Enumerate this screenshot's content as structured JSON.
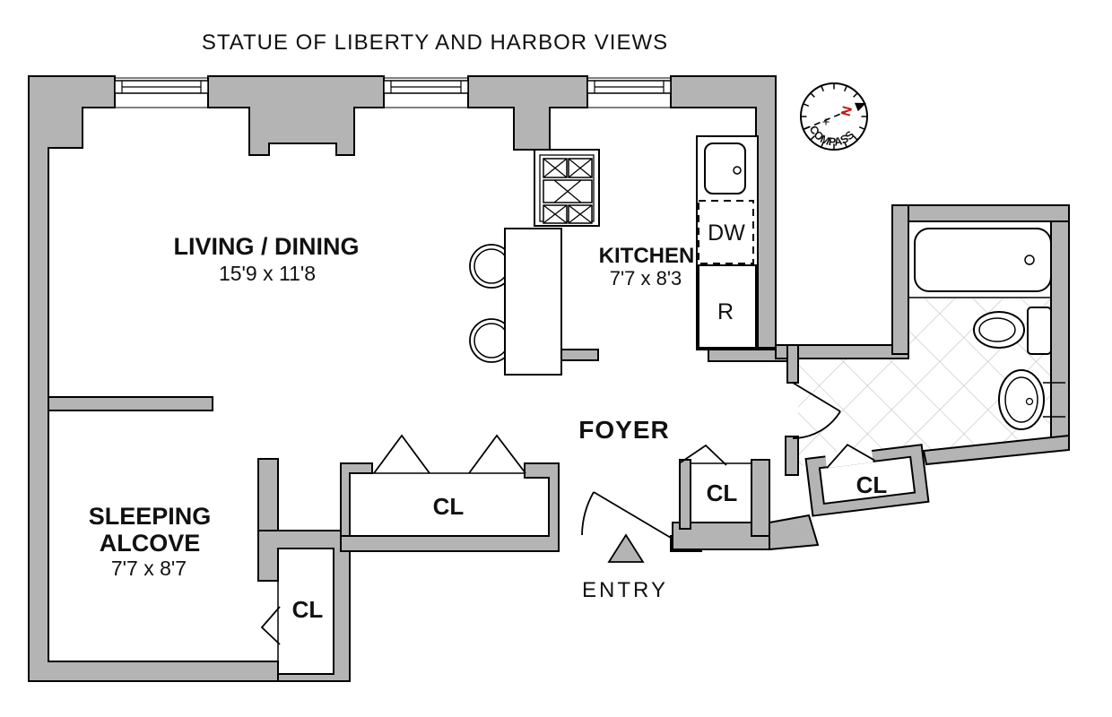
{
  "page": {
    "title": "STATUE OF LIBERTY AND HARBOR VIEWS",
    "background": "#ffffff"
  },
  "palette": {
    "wall_fill": "#b4b4b4",
    "line": "#000000",
    "tile_line": "#c4c4c4",
    "north_red": "#cc1111"
  },
  "rooms": {
    "living_dining": {
      "name": "LIVING / DINING",
      "dims": "15'9 x 11'8"
    },
    "kitchen": {
      "name": "KITCHEN",
      "dims": "7'7 x 8'3"
    },
    "sleeping_alcove": {
      "line1": "SLEEPING",
      "line2": "ALCOVE",
      "dims": "7'7 x 8'7"
    },
    "foyer": {
      "name": "FOYER"
    },
    "entry": {
      "name": "ENTRY"
    }
  },
  "closets": {
    "hall": "CL",
    "foyer_closet": "CL",
    "bath_closet": "CL",
    "alcove_closet": "CL"
  },
  "appliances": {
    "dishwasher": "DW",
    "refrigerator": "R"
  },
  "compass": {
    "label": "COMPASS",
    "north": "N",
    "plus": "+"
  }
}
